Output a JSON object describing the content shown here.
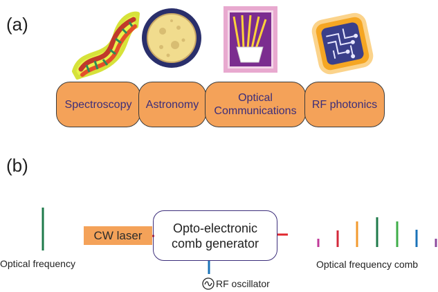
{
  "panels": {
    "a": "(a)",
    "b": "(b)"
  },
  "applications": [
    {
      "label": "Spectroscopy",
      "icon": "dna-icon"
    },
    {
      "label": "Astronomy",
      "icon": "moon-icon"
    },
    {
      "label": "Optical Communications",
      "icon": "fiber-optics-icon"
    },
    {
      "label": "RF photonics",
      "icon": "circuit-chip-icon"
    }
  ],
  "diagram": {
    "cw_laser": "CW laser",
    "generator": "Opto-electronic comb  generator",
    "rf_oscillator": "RF oscillator",
    "input_caption": "Optical frequency",
    "output_caption": "Optical frequency comb"
  },
  "colors": {
    "box_fill": "#f4a259",
    "box_text": "#3b2d7a",
    "comb_lines": [
      "#c0399a",
      "#d3283a",
      "#f29a2e",
      "#1e7a4a",
      "#3fae49",
      "#1a73b8",
      "#8e4a9e"
    ],
    "input_line": "#1e7a4a",
    "laser_connector": "#e0282f",
    "rf_connector": "#1a73b8"
  }
}
